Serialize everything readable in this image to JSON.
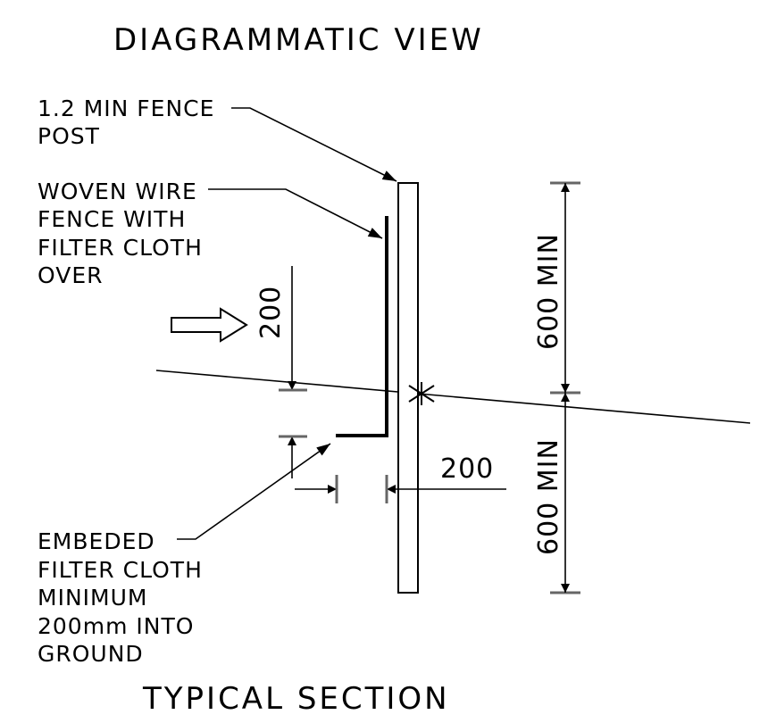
{
  "title_top": "DIAGRAMMATIC VIEW",
  "title_bottom": "TYPICAL SECTION",
  "notes": {
    "fence_post": [
      "1.2 MIN FENCE",
      "POST"
    ],
    "woven_wire": [
      "WOVEN WIRE",
      "FENCE WITH",
      "FILTER CLOTH",
      "OVER"
    ],
    "embedded_cloth": [
      "EMBEDED",
      "FILTER CLOTH",
      "MINIMUM",
      "200mm INTO",
      "GROUND"
    ]
  },
  "dimensions": {
    "vertical_200": "200",
    "horizontal_200": "200",
    "above_ground": "600 MIN",
    "below_ground": "600 MIN"
  },
  "icons": {
    "flow": "flow-arrow-icon"
  }
}
